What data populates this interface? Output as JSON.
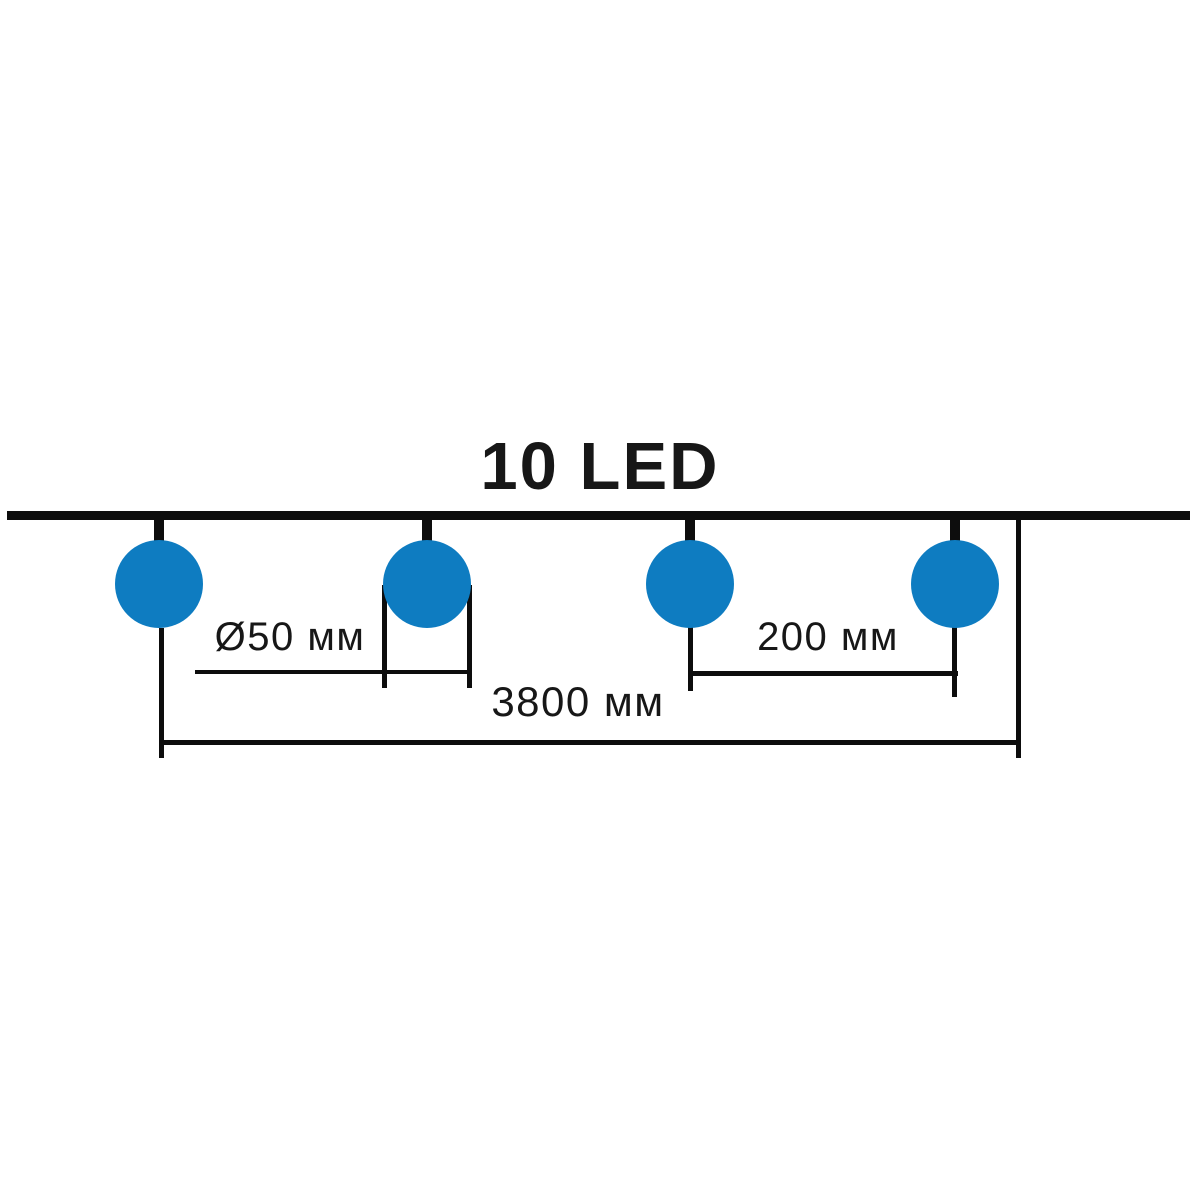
{
  "diagram": {
    "title": "10 LED",
    "product": "led-string-garland",
    "bulbs_shown": 4,
    "dimensions": {
      "bulb_diameter_label": "Ø50 мм",
      "bulb_spacing_label": "200 мм",
      "total_length_label": "3800 мм"
    },
    "colors": {
      "bulb": "#0e7cc1",
      "line": "#0d0d0d",
      "text": "#171717"
    }
  }
}
